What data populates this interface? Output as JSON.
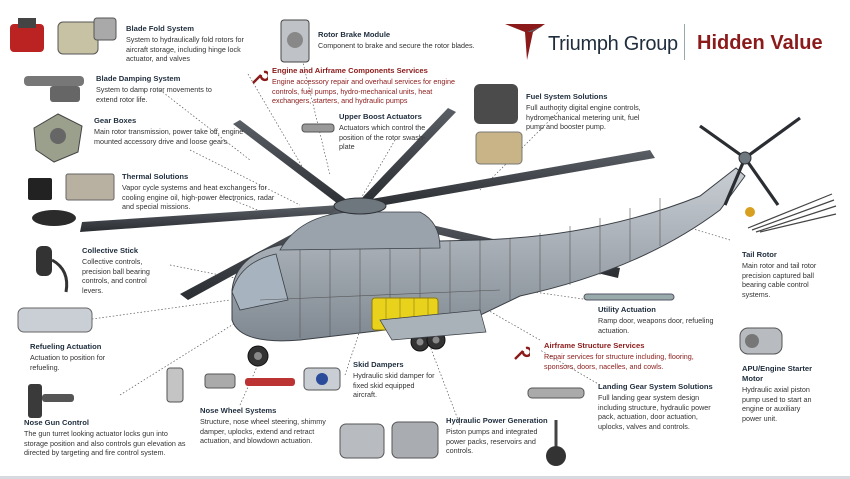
{
  "brand": {
    "name": "Triumph Group",
    "tagline": "Hidden Value",
    "colors": {
      "brand_red": "#8b1a1a",
      "navy": "#1f2d3d"
    }
  },
  "labels": {
    "blade_fold": {
      "title": "Blade Fold System",
      "desc": "System to hydraulically fold rotors for aircraft storage, including hinge lock actuator, and valves"
    },
    "rotor_brake": {
      "title": "Rotor Brake Module",
      "desc": "Component to brake and secure the rotor blades."
    },
    "blade_damping": {
      "title": "Blade Damping System",
      "desc": "System to damp rotor movements to extend rotor life."
    },
    "engine_airframe": {
      "title": "Engine and Airframe Components Services",
      "desc": "Engine accessory repair and overhaul services for engine controls, fuel pumps, hydro-mechanical units, heat exchangers, starters, and hydraulic pumps"
    },
    "fuel_system": {
      "title": "Fuel System Solutions",
      "desc": "Full authority digital engine controls, hydromechanical metering unit, fuel pump and booster pump."
    },
    "gear_boxes": {
      "title": "Gear Boxes",
      "desc": "Main rotor transmission, power take off, engine mounted accessory drive and loose gears."
    },
    "upper_boost": {
      "title": "Upper Boost Actuators",
      "desc": "Actuators which control the position of the rotor swash-plate"
    },
    "thermal": {
      "title": "Thermal Solutions",
      "desc": "Vapor cycle systems and heat exchangers for cooling engine oil, high-power electronics, radar and special missions."
    },
    "collective": {
      "title": "Collective Stick",
      "desc": "Collective controls, precision ball bearing controls, and control levers."
    },
    "tail_rotor": {
      "title": "Tail Rotor",
      "desc": "Main rotor and tail rotor precision captured ball bearing cable control systems."
    },
    "utility": {
      "title": "Utility Actuation",
      "desc": "Ramp door, weapons door, refueling actuation."
    },
    "refueling": {
      "title": "Refueling Actuation",
      "desc": "Actuation to position for refueling."
    },
    "airframe_structure": {
      "title": "Airframe Structure Services",
      "desc": "Repair services for structure including, flooring, sponsors, doors, nacelles, and cowls."
    },
    "skid_dampers": {
      "title": "Skid Dampers",
      "desc": "Hydraulic skid damper for fixed skid equipped aircraft."
    },
    "landing_gear": {
      "title": "Landing Gear System Solutions",
      "desc": "Full landing gear system design including structure, hydraulic power pack, actuation, door actuation, uplocks, valves and controls."
    },
    "apu": {
      "title": "APU/Engine Starter Motor",
      "desc": "Hydraulic axial piston pump used to start an engine or auxiliary power unit."
    },
    "nose_gun": {
      "title": "Nose Gun Control",
      "desc": "The gun turret looking actuator locks gun into storage position and also controls gun elevation as directed by targeting and fire control system."
    },
    "nose_wheel": {
      "title": "Nose Wheel Systems",
      "desc": "Structure, nose wheel steering, shimmy damper, uplocks, extend and retract actuation, and blowdown actuation."
    },
    "hydraulic_power": {
      "title": "Hydraulic Power Generation",
      "desc": "Piston pumps and integrated power packs, reservoirs and controls."
    }
  },
  "icons": [
    "blade-fold-parts",
    "rotor-brake-module",
    "blade-damper",
    "gear-box",
    "thermal-exchanger",
    "collective-stick",
    "refueling-actuator",
    "nose-gun-actuator",
    "nose-wheel-parts",
    "hydraulic-pump",
    "skid-damper",
    "landing-gear",
    "apu-starter",
    "tail-rotor-cables",
    "utility-actuator",
    "wrench-icon",
    "fuel-system-units",
    "upper-boost-actuator"
  ]
}
